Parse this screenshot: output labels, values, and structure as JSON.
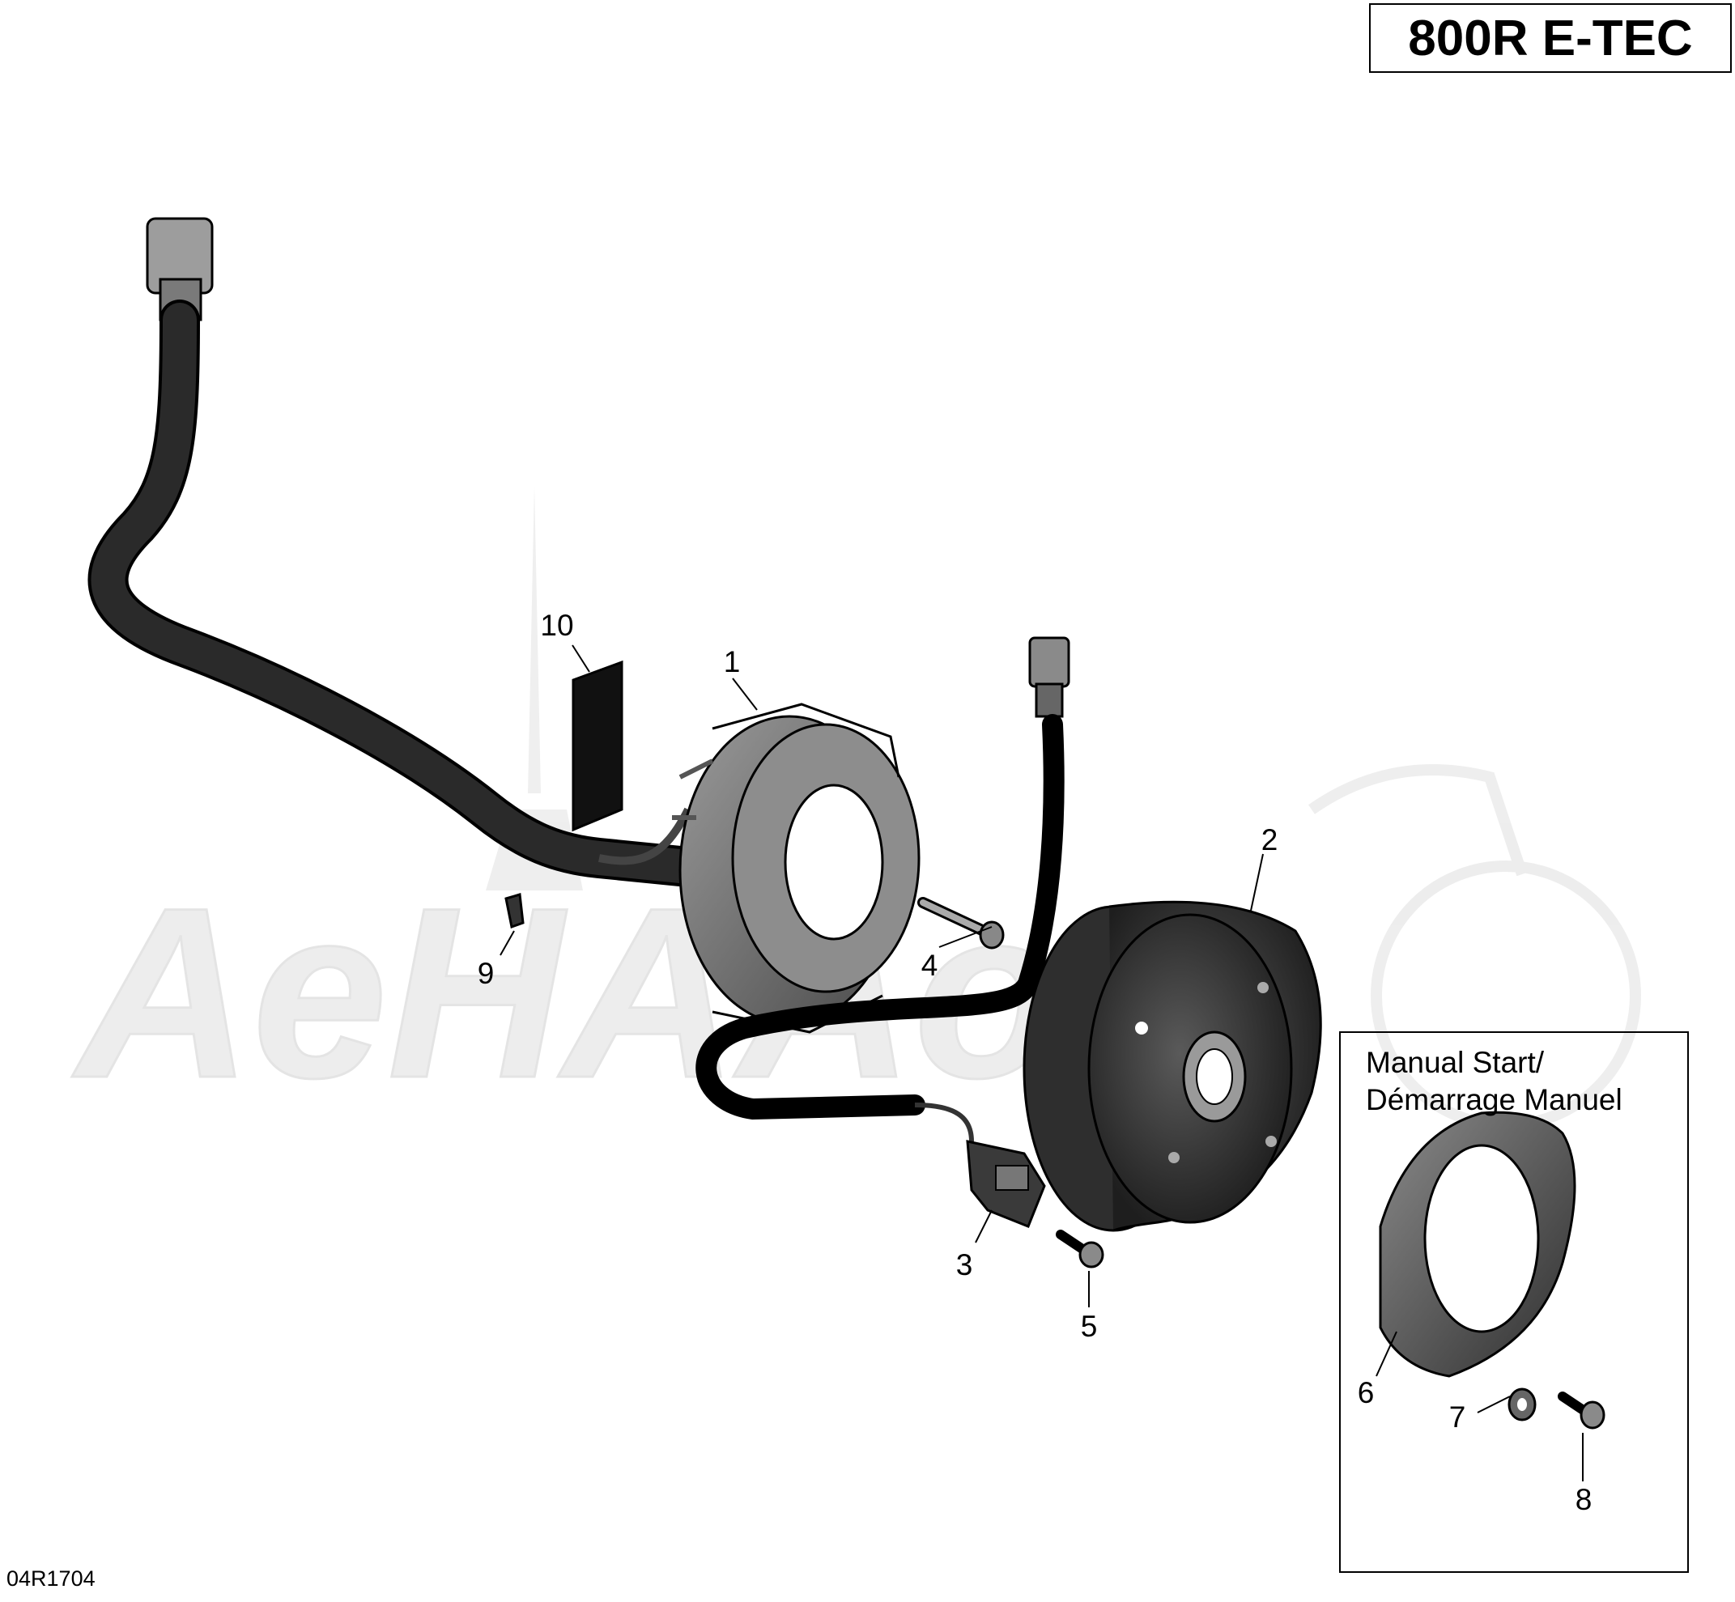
{
  "model": "800R E-TEC",
  "drawing_id": "04R1704",
  "watermark": "AeHAAom",
  "inset": {
    "title_line1": "Manual Start/",
    "title_line2": "Démarrage Manuel"
  },
  "callouts": {
    "c1": "1",
    "c2": "2",
    "c3": "3",
    "c4": "4",
    "c5": "5",
    "c6": "6",
    "c7": "7",
    "c8": "8",
    "c9": "9",
    "c10": "10"
  },
  "colors": {
    "line": "#000000",
    "part_dark": "#2b2b2b",
    "part_mid": "#6b6b6b",
    "part_light": "#a8a8a8",
    "watermark": "#e8e8e8"
  }
}
